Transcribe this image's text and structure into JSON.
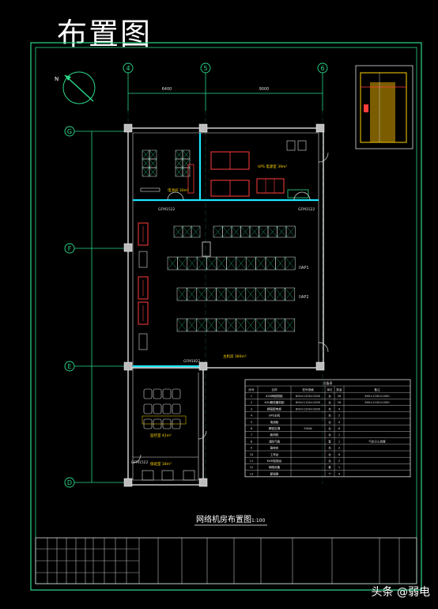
{
  "title": "布置图",
  "drawing_title": "网络机房布置图",
  "scale_text": "1:100",
  "grid": {
    "columns": [
      "4",
      "5",
      "6"
    ],
    "rows": [
      "G",
      "F",
      "E",
      "D"
    ],
    "col_dims": [
      "6400",
      "9000"
    ]
  },
  "rooms": {
    "ups_room": "UPS 电源室 39m²",
    "battery_room": "电池间 30m²",
    "main_room": "主机房 380m²",
    "monitor_room": "监控室 42m²",
    "duty_room": "值班室 18m²"
  },
  "row_labels": [
    "IIAP1",
    "IIAP2"
  ],
  "doors": [
    "GFM1522",
    "GFM1522",
    "GFM1822",
    "GFM1522"
  ],
  "legend_header": "设备表",
  "table": {
    "columns": [
      "序号",
      "名称",
      "型号规格",
      "单位",
      "数量",
      "备注"
    ],
    "rows": [
      [
        "1",
        "42U网络机柜",
        "600×1200×2000",
        "台",
        "28",
        "600×1200×2000"
      ],
      [
        "2",
        "42U服务器机柜",
        "600×1100×2000",
        "台",
        "16",
        "600×1100×2000"
      ],
      [
        "3",
        "精密配电柜",
        "600×1200×2000",
        "台",
        "4",
        ""
      ],
      [
        "4",
        "UPS主机",
        "",
        "台",
        "2",
        ""
      ],
      [
        "5",
        "电池柜",
        "",
        "台",
        "4",
        ""
      ],
      [
        "6",
        "精密空调",
        "55kW",
        "台",
        "6",
        ""
      ],
      [
        "7",
        "新风机",
        "",
        "台",
        "1",
        ""
      ],
      [
        "8",
        "消防气瓶",
        "",
        "套",
        "1",
        "气体灭火装置"
      ],
      [
        "9",
        "监控台",
        "",
        "台",
        "2",
        ""
      ],
      [
        "10",
        "工作台",
        "",
        "台",
        "6",
        ""
      ],
      [
        "11",
        "KVM控制台",
        "",
        "台",
        "2",
        ""
      ],
      [
        "12",
        "网络设备",
        "",
        "套",
        "1",
        ""
      ],
      [
        "13",
        "配线架",
        "",
        "个",
        "4",
        ""
      ]
    ]
  },
  "watermark": "头条 @弱电"
}
